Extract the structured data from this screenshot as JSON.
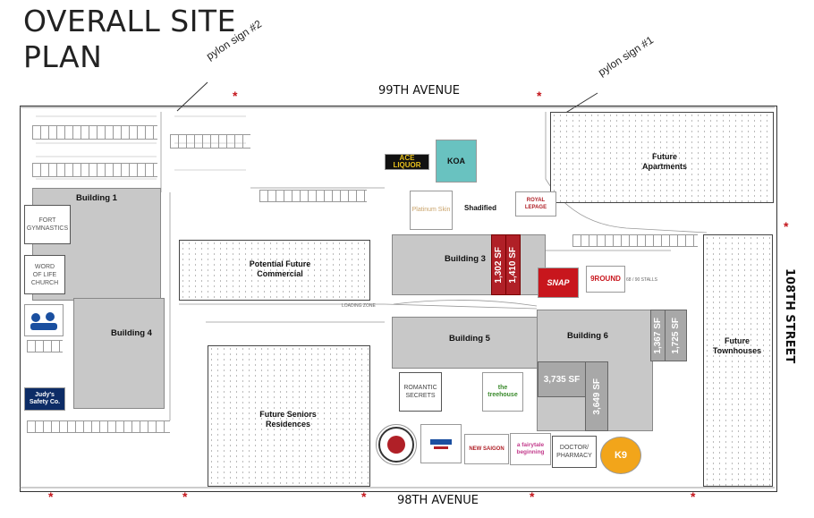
{
  "title_line1": "OVERALL SITE",
  "title_line2": "PLAN",
  "streets": {
    "north": "99TH AVENUE",
    "south": "98TH AVENUE",
    "east": "108TH STREET"
  },
  "signs": {
    "pylon1": "pylon sign #1",
    "pylon2": "pylon sign #2"
  },
  "areas": {
    "building1": "Building 1",
    "building3": "Building 3",
    "building4": "Building 4",
    "building5": "Building 5",
    "building6": "Building 6",
    "future_commercial_1": "Potential Future",
    "future_commercial_2": "Commercial",
    "future_apartments_1": "Future",
    "future_apartments_2": "Apartments",
    "future_townhouses_1": "Future",
    "future_townhouses_2": "Townhouses",
    "future_seniors_1": "Future Seniors",
    "future_seniors_2": "Residences"
  },
  "tenants": {
    "fort_gymnastics_1": "FORT",
    "fort_gymnastics_2": "GYMNASTICS",
    "word_of_life_1": "WORD",
    "word_of_life_2": "OF LIFE",
    "word_of_life_3": "CHURCH",
    "romantic_1": "ROMANTIC",
    "romantic_2": "SECRETS",
    "doctor_1": "DOCTOR/",
    "doctor_2": "PHARMACY",
    "ace_liquor": "ACE LIQUOR",
    "koa": "KOA",
    "shadified": "Shadified",
    "royal_lepage": "ROYAL LEPAGE",
    "platinum": "Platinum Skin",
    "snap": "SNAP",
    "nine_round": "9ROUND",
    "judys_1": "Judy's",
    "judys_2": "Safety Co.",
    "treehouse": "the treehouse",
    "fairytale_1": "a fairytale",
    "fairytale_2": "beginning",
    "new_saigon": "NEW SAIGON",
    "k9": "K9"
  },
  "units": {
    "u1302": "1,302 SF",
    "u1410": "1,410 SF",
    "u3735": "3,735 SF",
    "u3649": "3,649 SF",
    "u1367": "1,367 SF",
    "u1725": "1,725 SF"
  },
  "notes": {
    "loading": "LOADING ZONE",
    "stalls": "68 / 90 STALLS"
  },
  "colors": {
    "building": "#c8c8c8",
    "highlight": "#b02027",
    "star": "#c4161c",
    "available": "#a8a8a8"
  }
}
